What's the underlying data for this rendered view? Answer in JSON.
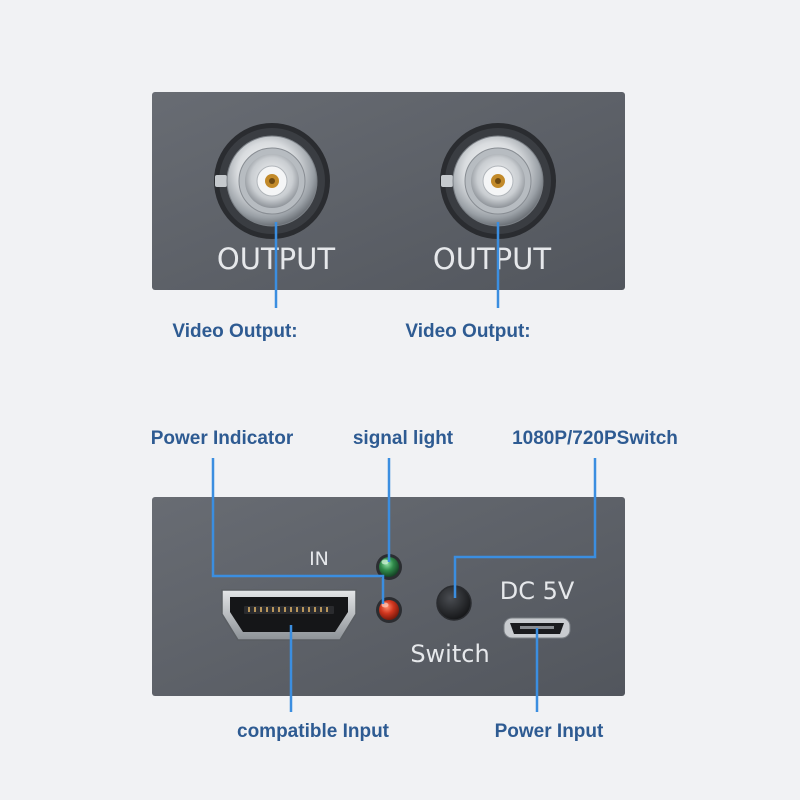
{
  "colors": {
    "background": "#f1f2f4",
    "panel": "#5f636a",
    "panel_text": "#e6e8eb",
    "callout_text": "#2e5b92",
    "leader_line": "#3b8ee0",
    "power_led": "#c8331f",
    "signal_led": "#2f8a4a"
  },
  "top_panel": {
    "bnc_1_label": "OUTPUT",
    "bnc_2_label": "OUTPUT"
  },
  "bottom_panel": {
    "hdmi_label": "IN",
    "switch_label": "Switch",
    "dc_label": "DC 5V"
  },
  "callouts": {
    "video_output_1": "Video Output:",
    "video_output_2": "Video Output:",
    "power_indicator": "Power Indicator",
    "signal_light": "signal light",
    "resolution_switch": "1080P/720PSwitch",
    "hdmi_input": "compatible Input",
    "power_input": "Power Input"
  },
  "icons": {
    "bnc_connector": "bnc-connector-icon",
    "hdmi_port": "hdmi-port-icon",
    "micro_usb_port": "micro-usb-port-icon",
    "push_button": "push-button-icon",
    "led": "led-icon"
  }
}
